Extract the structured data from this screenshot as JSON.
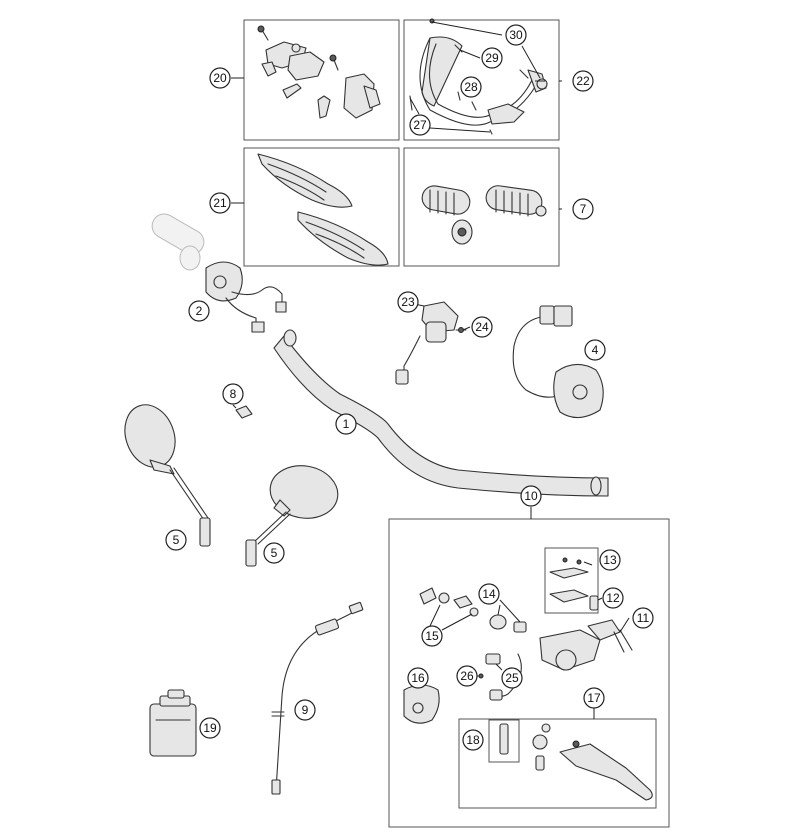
{
  "callouts": [
    "1",
    "2",
    "4",
    "5",
    "5",
    "7",
    "8",
    "9",
    "10",
    "11",
    "12",
    "13",
    "14",
    "15",
    "16",
    "17",
    "18",
    "19",
    "20",
    "21",
    "22",
    "23",
    "24",
    "25",
    "26",
    "27",
    "28",
    "29",
    "30"
  ]
}
